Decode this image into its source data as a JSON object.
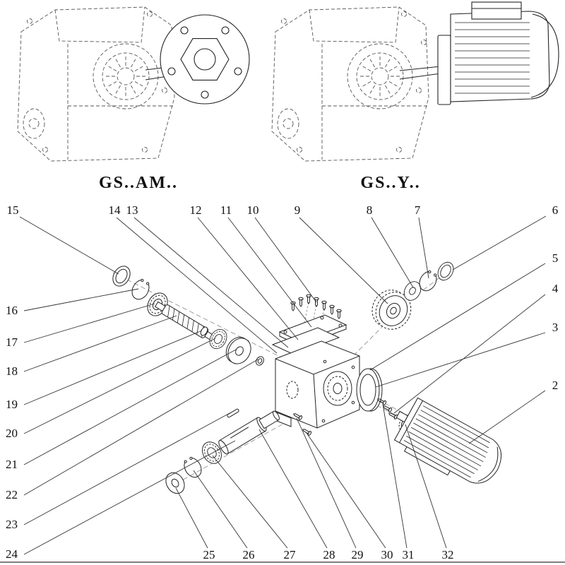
{
  "diagram": {
    "variant_labels": {
      "am": "GS..AM..",
      "y": "GS..Y.."
    },
    "callouts": {
      "c2": "2",
      "c3": "3",
      "c4": "4",
      "c5": "5",
      "c6": "6",
      "c7": "7",
      "c8": "8",
      "c9": "9",
      "c10": "10",
      "c11": "11",
      "c12": "12",
      "c13": "13",
      "c14": "14",
      "c15": "15",
      "c16": "16",
      "c17": "17",
      "c18": "18",
      "c19": "19",
      "c20": "20",
      "c21": "21",
      "c22": "22",
      "c23": "23",
      "c24": "24",
      "c25": "25",
      "c26": "26",
      "c27": "27",
      "c28": "28",
      "c29": "29",
      "c30": "30",
      "c31": "31",
      "c32": "32"
    }
  }
}
